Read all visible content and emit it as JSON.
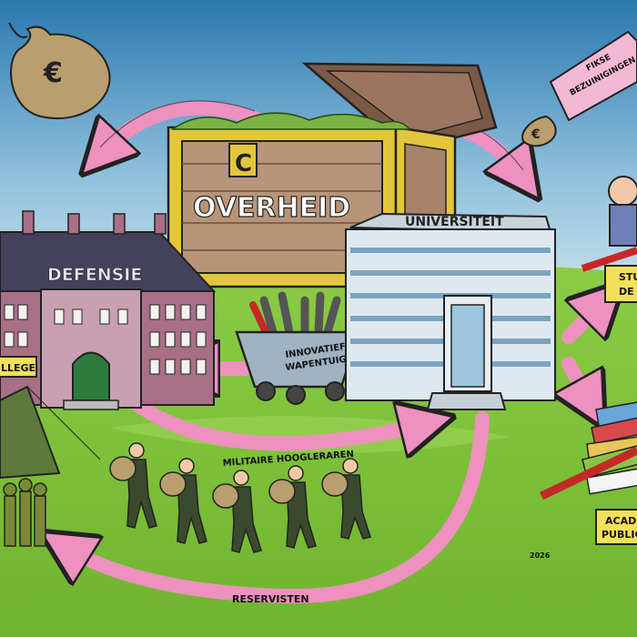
{
  "labels": {
    "overheid": "OVERHEID",
    "coin_symbol": "C",
    "universiteit": "UNIVERSITEIT",
    "defensie": "DEFENSIE",
    "college_partial": "LLEGE",
    "cart_line1": "INNOVATIEF",
    "cart_line2": "WAPENTUIG",
    "tag_line1": "FIKSE",
    "tag_line2": "BEZUINIGINGEN",
    "militaire": "MILITAIRE HOOGLERAREN",
    "reservisten": "RESERVISTEN",
    "studie_line1": "STU",
    "studie_line2": "DE",
    "acad_line1": "ACADE",
    "acad_line2": "PUBLICAT",
    "signature_year": "2026",
    "euro": "€"
  },
  "colors": {
    "sky_top": "#2f7fb3",
    "sky_bottom": "#b9d6e6",
    "grass": "#86c83f",
    "arrow_pink": "#ee91bf",
    "chest_gold": "#e3c63b",
    "building_brick": "#a86f86",
    "roof": "#44415d",
    "university": "#dfe8ee",
    "sign_yellow": "#f3e05a",
    "tag_pink": "#f3b8d3"
  }
}
